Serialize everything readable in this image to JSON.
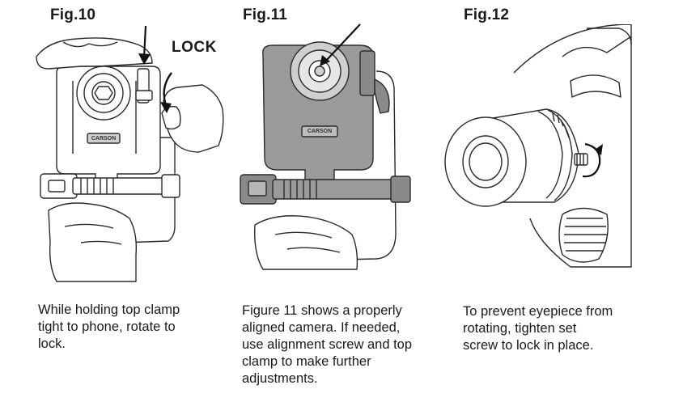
{
  "figures": [
    {
      "title": "Fig.10",
      "callout": "LOCK",
      "caption": [
        "While holding top clamp",
        "tight to phone, rotate to",
        "lock."
      ]
    },
    {
      "title": "Fig.11",
      "caption": [
        "Figure 11 shows a properly",
        "aligned camera.  If needed,",
        "use alignment screw and top",
        "clamp to make further",
        "adjustments."
      ]
    },
    {
      "title": "Fig.12",
      "caption": [
        "To prevent eyepiece from",
        "rotating, tighten set",
        "screw to lock in place."
      ]
    }
  ],
  "brand_plate": "CARSON"
}
